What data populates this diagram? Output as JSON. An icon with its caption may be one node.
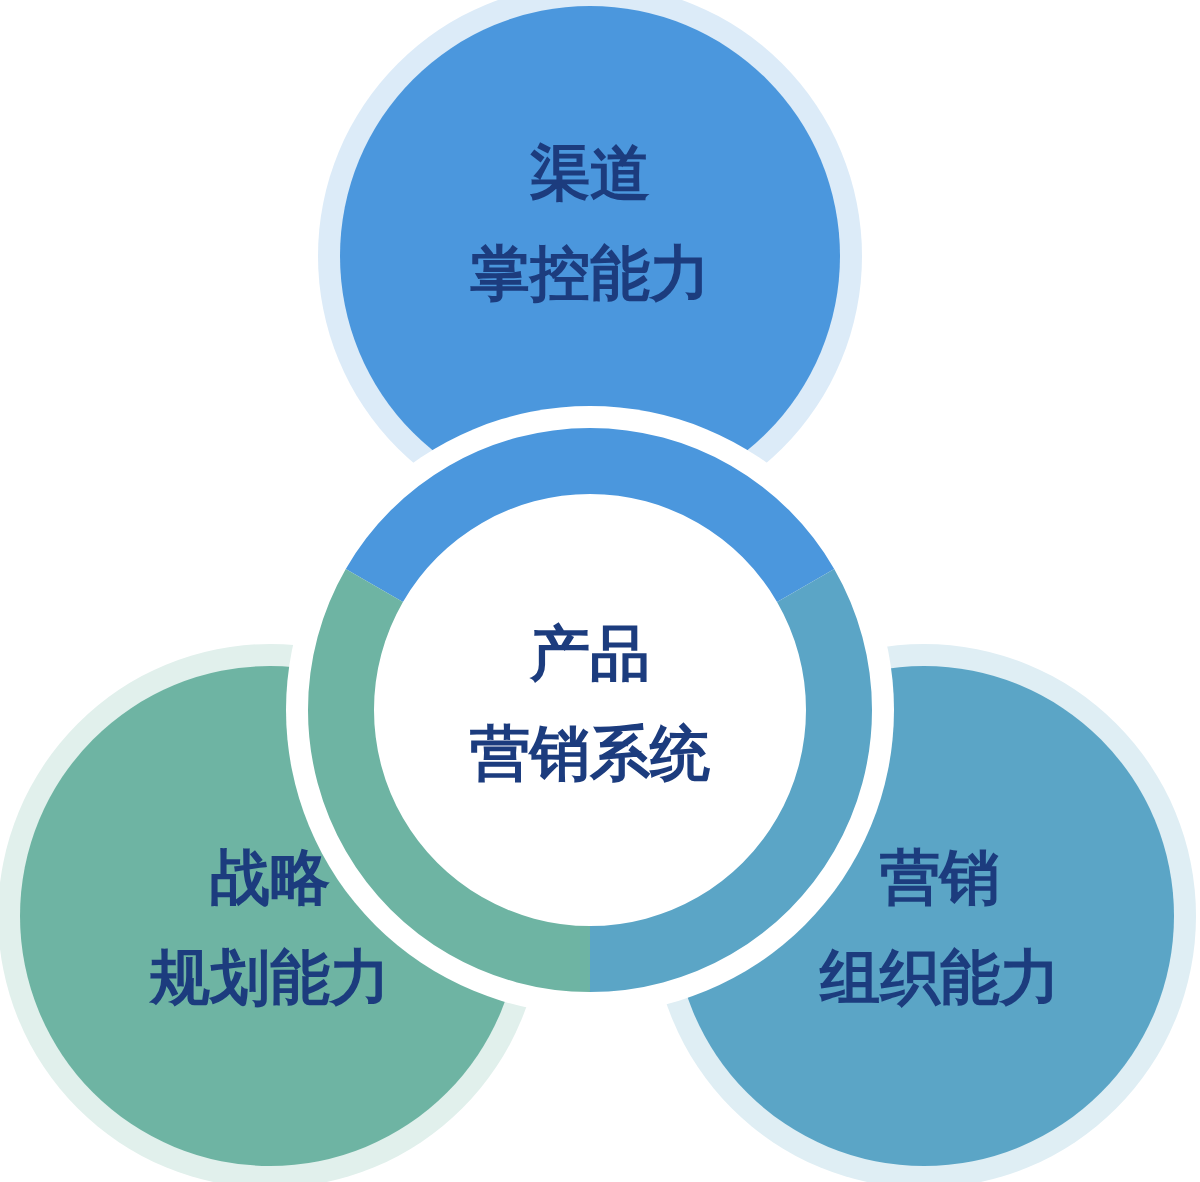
{
  "diagram": {
    "nodes": [
      {
        "text": [
          "渠道掌控能力"
        ]
      },
      {
        "text": [
          "产品营销系统"
        ]
      },
      {
        "text": [
          "战略规划能力"
        ]
      },
      {
        "text": [
          "营销组织能力"
        ]
      }
    ]
  }
}
